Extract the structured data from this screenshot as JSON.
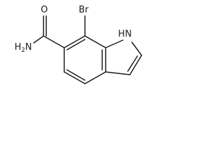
{
  "molecule": {
    "atoms": {
      "carbonyl_o": "O",
      "amide_n": "H2N",
      "bromine": "Br",
      "ring_nh": "H",
      "ring_n": "N"
    }
  }
}
